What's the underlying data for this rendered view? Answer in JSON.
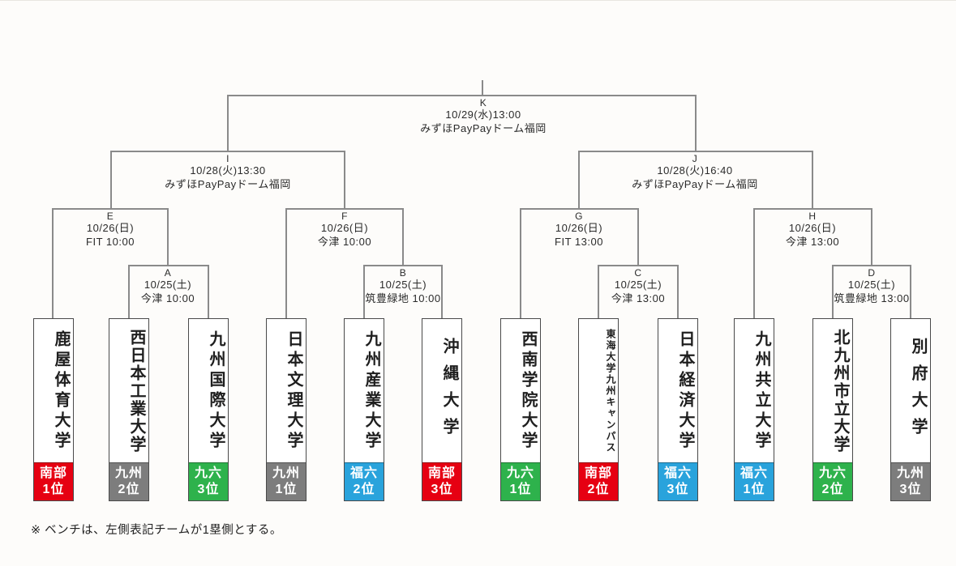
{
  "bracket": {
    "footnote": "※ ベンチは、左側表記チームが1塁側とする。",
    "matches": {
      "K": {
        "letter": "K",
        "line1": "10/29(水)13:00",
        "line2": "みずほPayPayドーム福岡"
      },
      "I": {
        "letter": "I",
        "line1": "10/28(火)13:30",
        "line2": "みずほPayPayドーム福岡"
      },
      "J": {
        "letter": "J",
        "line1": "10/28(火)16:40",
        "line2": "みずほPayPayドーム福岡"
      },
      "E": {
        "letter": "E",
        "line1": "10/26(日)",
        "line2": "FIT 10:00"
      },
      "F": {
        "letter": "F",
        "line1": "10/26(日)",
        "line2": "今津 10:00"
      },
      "G": {
        "letter": "G",
        "line1": "10/26(日)",
        "line2": "FIT 13:00"
      },
      "H": {
        "letter": "H",
        "line1": "10/26(日)",
        "line2": "今津 13:00"
      },
      "A": {
        "letter": "A",
        "line1": "10/25(土)",
        "line2": "今津 10:00"
      },
      "B": {
        "letter": "B",
        "line1": "10/25(土)",
        "line2": "筑豊緑地 10:00"
      },
      "C": {
        "letter": "C",
        "line1": "10/25(土)",
        "line2": "今津 13:00"
      },
      "D": {
        "letter": "D",
        "line1": "10/25(土)",
        "line2": "筑豊緑地 13:00"
      }
    },
    "seed_colors": {
      "red": "#e60012",
      "gray": "#7d7d7d",
      "green": "#2eb24c",
      "blue": "#29a3dc"
    },
    "teams": [
      {
        "name": "鹿屋体育大学",
        "seed_league": "南部",
        "seed_rank": "1位",
        "seed_color": "#e60012"
      },
      {
        "name": "西日本工業大学",
        "seed_league": "九州",
        "seed_rank": "2位",
        "seed_color": "#7d7d7d"
      },
      {
        "name": "九州国際大学",
        "seed_league": "九六",
        "seed_rank": "3位",
        "seed_color": "#2eb24c"
      },
      {
        "name": "日本文理大学",
        "seed_league": "九州",
        "seed_rank": "1位",
        "seed_color": "#7d7d7d"
      },
      {
        "name": "九州産業大学",
        "seed_league": "福六",
        "seed_rank": "2位",
        "seed_color": "#29a3dc"
      },
      {
        "name": "沖縄大学",
        "seed_league": "南部",
        "seed_rank": "3位",
        "seed_color": "#e60012"
      },
      {
        "name": "西南学院大学",
        "seed_league": "九六",
        "seed_rank": "1位",
        "seed_color": "#2eb24c"
      },
      {
        "name": "東海大学九州キャンパス",
        "seed_league": "南部",
        "seed_rank": "2位",
        "seed_color": "#e60012"
      },
      {
        "name": "日本経済大学",
        "seed_league": "福六",
        "seed_rank": "3位",
        "seed_color": "#29a3dc"
      },
      {
        "name": "九州共立大学",
        "seed_league": "福六",
        "seed_rank": "1位",
        "seed_color": "#29a3dc"
      },
      {
        "name": "北九州市立大学",
        "seed_league": "九六",
        "seed_rank": "2位",
        "seed_color": "#2eb24c"
      },
      {
        "name": "別府大学",
        "seed_league": "九州",
        "seed_rank": "3位",
        "seed_color": "#7d7d7d"
      }
    ]
  }
}
